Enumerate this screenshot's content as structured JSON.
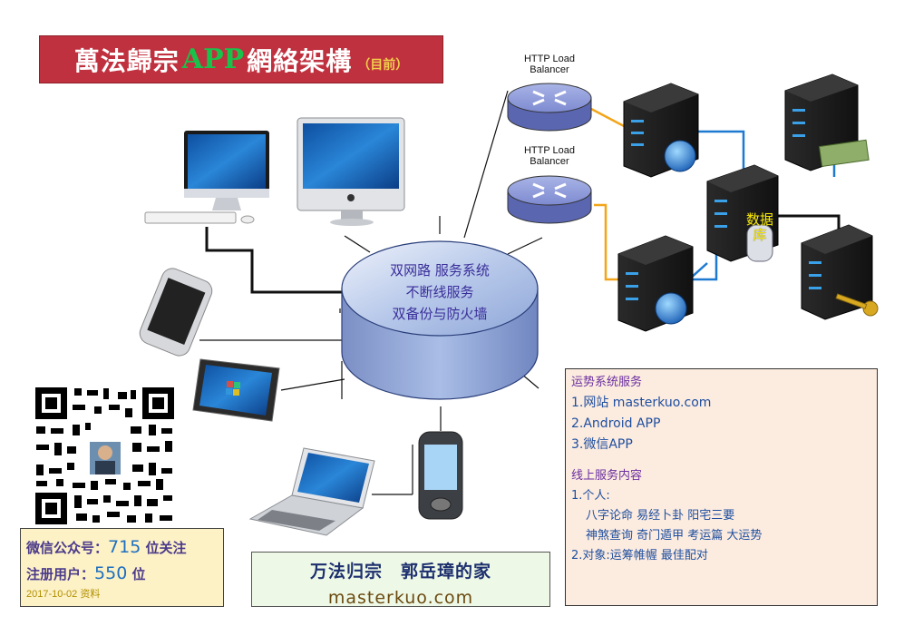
{
  "title": {
    "part1": "萬法歸宗",
    "part2": "APP",
    "part3": "網絡架構",
    "part4": "（目前）"
  },
  "load_balancers": [
    {
      "label": "HTTP Load Balancer"
    },
    {
      "label": "HTTP Load Balancer"
    }
  ],
  "center_node": {
    "lines": [
      "双网路 服务系统",
      "不断线服务",
      "双备份与防火墙"
    ]
  },
  "database": {
    "label": "数据库"
  },
  "services": {
    "heading1": "运势系统服务",
    "items": [
      "1.网站 masterkuo.com",
      "2.Android APP",
      "3.微信APP"
    ],
    "heading2": "线上服务内容",
    "sub1": "1.个人:",
    "sub1_lines": [
      "八字论命 易经卜卦 阳宅三要",
      "神煞查询 奇门遁甲 考运篇 大运势"
    ],
    "sub2": "2.对象:运筹帷幄 最佳配对"
  },
  "stats": {
    "line1_label": "微信公众号：",
    "line1_value": "715",
    "line1_suffix": " 位关注",
    "line2_label": "注册用户：",
    "line2_value": "550",
    "line2_suffix": " 位",
    "date_note": "2017-10-02 资料"
  },
  "brand": {
    "name": "万法归宗　郭岳璋的家",
    "url": "masterkuo.com"
  },
  "colors": {
    "banner": "#c0313f",
    "link_orange": "#f2a51a",
    "link_blue": "#1e7ad0"
  }
}
